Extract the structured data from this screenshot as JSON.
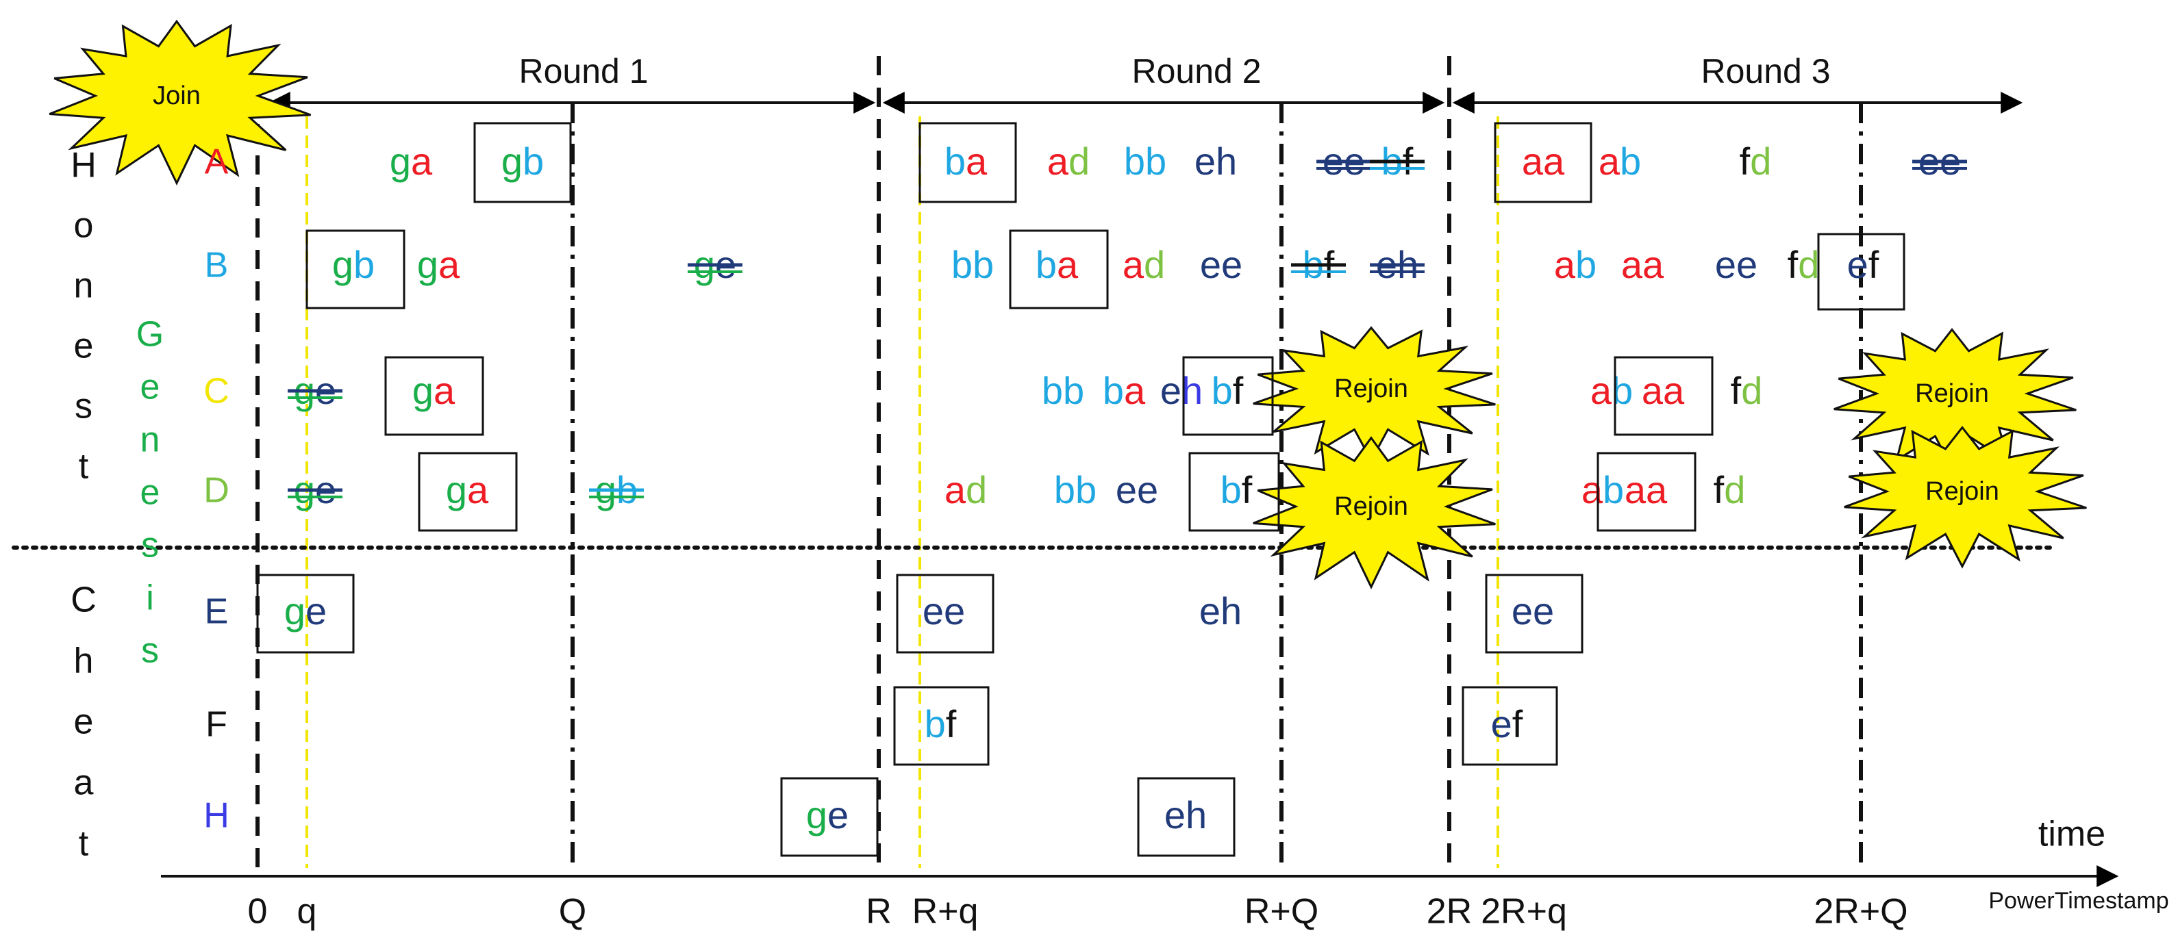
{
  "colors": {
    "red": "#ee1c24",
    "green": "#1aae4a",
    "cyan": "#1fa7e2",
    "navy": "#203a7a",
    "lime": "#7dc242",
    "yellow": "#f2e600",
    "blue": "#3b3be6",
    "black": "#111111",
    "starFill": "#fff200"
  },
  "rounds": [
    "Round 1",
    "Round 2",
    "Round 3"
  ],
  "groupLabels": {
    "honest": "Honest",
    "cheat": "Cheat",
    "genesis": "Genesis"
  },
  "nodes": [
    {
      "name": "A",
      "color": "red"
    },
    {
      "name": "B",
      "color": "cyan"
    },
    {
      "name": "C",
      "color": "yellow"
    },
    {
      "name": "D",
      "color": "lime"
    },
    {
      "name": "E",
      "color": "navy"
    },
    {
      "name": "F",
      "color": "black"
    },
    {
      "name": "H",
      "color": "blue"
    }
  ],
  "timeTicks": [
    "0",
    "q",
    "Q",
    "R",
    "R+q",
    "R+Q",
    "2R",
    "2R+q",
    "2R+Q"
  ],
  "axis": {
    "label": "time",
    "footer": "PowerTimestamp"
  },
  "bursts": [
    "Join",
    "Rejoin",
    "Rejoin",
    "Rejoin",
    "Rejoin"
  ],
  "tokens": [
    {
      "row": 0,
      "slot": "r1a",
      "l": "g",
      "lc": "green",
      "r": "a",
      "rc": "red"
    },
    {
      "row": 0,
      "slot": "r1b",
      "l": "g",
      "lc": "green",
      "r": "b",
      "rc": "cyan",
      "boxed": true
    },
    {
      "row": 0,
      "slot": "r2a",
      "l": "b",
      "lc": "cyan",
      "r": "a",
      "rc": "red",
      "boxed": true
    },
    {
      "row": 0,
      "slot": "r2b",
      "l": "a",
      "lc": "red",
      "r": "d",
      "rc": "lime"
    },
    {
      "row": 0,
      "slot": "r2c",
      "l": "b",
      "lc": "cyan",
      "r": "b",
      "rc": "cyan"
    },
    {
      "row": 0,
      "slot": "r2d",
      "l": "e",
      "lc": "navy",
      "r": "h",
      "rc": "navy"
    },
    {
      "row": 0,
      "slot": "r2e",
      "l": "e",
      "lc": "navy",
      "r": "e",
      "rc": "navy",
      "struck": true
    },
    {
      "row": 0,
      "slot": "r2f",
      "l": "b",
      "lc": "cyan",
      "r": "f",
      "rc": "black",
      "struck": true
    },
    {
      "row": 0,
      "slot": "r3a",
      "l": "a",
      "lc": "red",
      "r": "a",
      "rc": "red",
      "boxed": true
    },
    {
      "row": 0,
      "slot": "r3b",
      "l": "a",
      "lc": "red",
      "r": "b",
      "rc": "cyan"
    },
    {
      "row": 0,
      "slot": "r3c",
      "l": "f",
      "lc": "black",
      "r": "d",
      "rc": "lime"
    },
    {
      "row": 0,
      "slot": "r3d",
      "l": "e",
      "lc": "navy",
      "r": "e",
      "rc": "navy",
      "struck": true
    },
    {
      "row": 1,
      "slot": "b1a",
      "l": "g",
      "lc": "green",
      "r": "b",
      "rc": "cyan",
      "boxed": true
    },
    {
      "row": 1,
      "slot": "b1b",
      "l": "g",
      "lc": "green",
      "r": "a",
      "rc": "red"
    },
    {
      "row": 1,
      "slot": "b1c",
      "l": "g",
      "lc": "green",
      "r": "e",
      "rc": "navy",
      "struck": true
    },
    {
      "row": 1,
      "slot": "b2a",
      "l": "b",
      "lc": "cyan",
      "r": "b",
      "rc": "cyan"
    },
    {
      "row": 1,
      "slot": "b2b",
      "l": "b",
      "lc": "cyan",
      "r": "a",
      "rc": "red",
      "boxed": true
    },
    {
      "row": 1,
      "slot": "b2c",
      "l": "a",
      "lc": "red",
      "r": "d",
      "rc": "lime"
    },
    {
      "row": 1,
      "slot": "b2d",
      "l": "e",
      "lc": "navy",
      "r": "e",
      "rc": "navy"
    },
    {
      "row": 1,
      "slot": "b2e",
      "l": "b",
      "lc": "cyan",
      "r": "f",
      "rc": "black",
      "struck": true
    },
    {
      "row": 1,
      "slot": "b2f",
      "l": "e",
      "lc": "navy",
      "r": "h",
      "rc": "navy",
      "struck": true
    },
    {
      "row": 1,
      "slot": "b3a",
      "l": "a",
      "lc": "red",
      "r": "b",
      "rc": "cyan"
    },
    {
      "row": 1,
      "slot": "b3b",
      "l": "a",
      "lc": "red",
      "r": "a",
      "rc": "red"
    },
    {
      "row": 1,
      "slot": "b3c",
      "l": "e",
      "lc": "navy",
      "r": "e",
      "rc": "navy"
    },
    {
      "row": 1,
      "slot": "b3d",
      "l": "f",
      "lc": "black",
      "r": "d",
      "rc": "lime"
    },
    {
      "row": 1,
      "slot": "b3e",
      "l": "e",
      "lc": "navy",
      "r": "f",
      "rc": "black",
      "boxed": true
    },
    {
      "row": 2,
      "slot": "c1a",
      "l": "g",
      "lc": "green",
      "r": "e",
      "rc": "navy",
      "struck": true
    },
    {
      "row": 2,
      "slot": "c1b",
      "l": "g",
      "lc": "green",
      "r": "a",
      "rc": "red",
      "boxed": true
    },
    {
      "row": 2,
      "slot": "c2a",
      "l": "b",
      "lc": "cyan",
      "r": "b",
      "rc": "cyan"
    },
    {
      "row": 2,
      "slot": "c2b",
      "l": "b",
      "lc": "cyan",
      "r": "a",
      "rc": "red"
    },
    {
      "row": 2,
      "slot": "c2c",
      "l": "e",
      "lc": "navy",
      "r": "h",
      "rc": "blue"
    },
    {
      "row": 2,
      "slot": "c2d",
      "l": "b",
      "lc": "cyan",
      "r": "f",
      "rc": "black",
      "boxed": true
    },
    {
      "row": 2,
      "slot": "c3a",
      "l": "a",
      "lc": "red",
      "r": "b",
      "rc": "cyan"
    },
    {
      "row": 2,
      "slot": "c3b",
      "l": "a",
      "lc": "red",
      "r": "a",
      "rc": "red",
      "boxed": true
    },
    {
      "row": 2,
      "slot": "c3c",
      "l": "f",
      "lc": "black",
      "r": "d",
      "rc": "lime"
    },
    {
      "row": 3,
      "slot": "d1a",
      "l": "g",
      "lc": "green",
      "r": "e",
      "rc": "navy",
      "struck": true
    },
    {
      "row": 3,
      "slot": "d1b",
      "l": "g",
      "lc": "green",
      "r": "a",
      "rc": "red",
      "boxed": true
    },
    {
      "row": 3,
      "slot": "d1c",
      "l": "g",
      "lc": "green",
      "r": "b",
      "rc": "cyan",
      "struck": true
    },
    {
      "row": 3,
      "slot": "d2a",
      "l": "a",
      "lc": "red",
      "r": "d",
      "rc": "lime"
    },
    {
      "row": 3,
      "slot": "d2b",
      "l": "b",
      "lc": "cyan",
      "r": "b",
      "rc": "cyan"
    },
    {
      "row": 3,
      "slot": "d2c",
      "l": "e",
      "lc": "navy",
      "r": "e",
      "rc": "navy"
    },
    {
      "row": 3,
      "slot": "d2d",
      "l": "b",
      "lc": "cyan",
      "r": "f",
      "rc": "black",
      "boxed": true
    },
    {
      "row": 3,
      "slot": "d3a",
      "l": "a",
      "lc": "red",
      "r": "b",
      "rc": "cyan"
    },
    {
      "row": 3,
      "slot": "d3b",
      "l": "a",
      "lc": "red",
      "r": "a",
      "rc": "red",
      "boxed": true
    },
    {
      "row": 3,
      "slot": "d3c",
      "l": "f",
      "lc": "black",
      "r": "d",
      "rc": "lime"
    },
    {
      "row": 4,
      "slot": "e1a",
      "l": "g",
      "lc": "green",
      "r": "e",
      "rc": "navy",
      "boxed": true
    },
    {
      "row": 4,
      "slot": "e2a",
      "l": "e",
      "lc": "navy",
      "r": "e",
      "rc": "navy",
      "boxed": true
    },
    {
      "row": 4,
      "slot": "e2b",
      "l": "e",
      "lc": "navy",
      "r": "h",
      "rc": "navy"
    },
    {
      "row": 4,
      "slot": "e3a",
      "l": "e",
      "lc": "navy",
      "r": "e",
      "rc": "navy",
      "boxed": true
    },
    {
      "row": 5,
      "slot": "f2a",
      "l": "b",
      "lc": "cyan",
      "r": "f",
      "rc": "black",
      "boxed": true
    },
    {
      "row": 5,
      "slot": "f3a",
      "l": "e",
      "lc": "navy",
      "r": "f",
      "rc": "black",
      "boxed": true
    },
    {
      "row": 6,
      "slot": "h1a",
      "l": "g",
      "lc": "green",
      "r": "e",
      "rc": "navy",
      "boxed": true
    },
    {
      "row": 6,
      "slot": "h2a",
      "l": "e",
      "lc": "navy",
      "r": "h",
      "rc": "navy",
      "boxed": true
    }
  ]
}
